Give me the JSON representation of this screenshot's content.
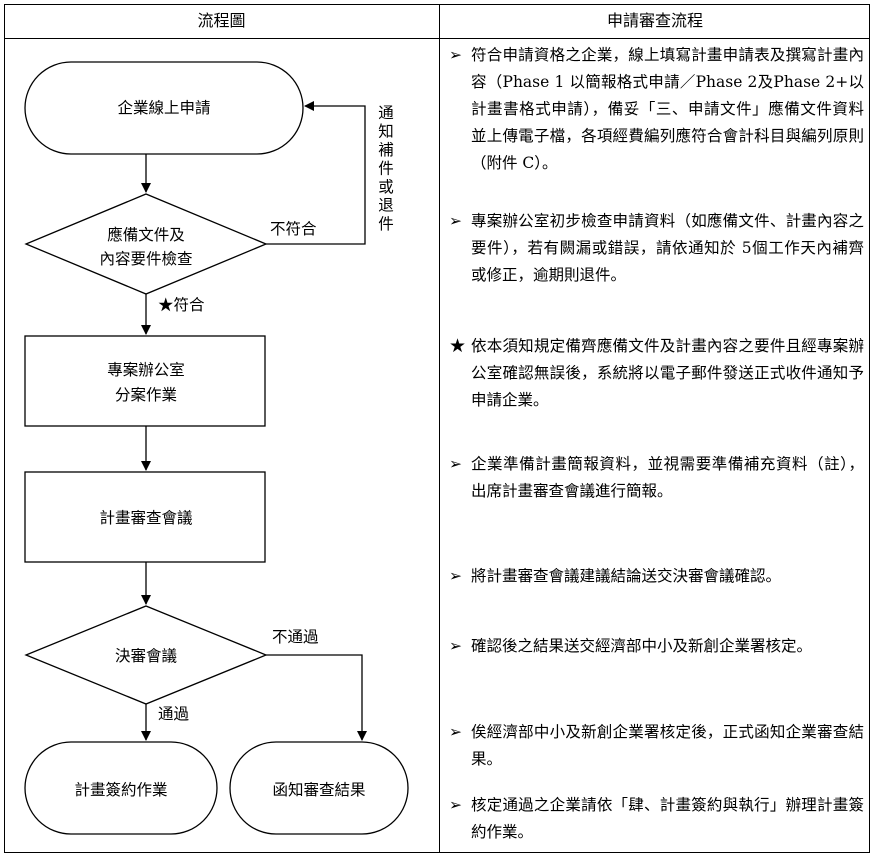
{
  "header": {
    "left": "流程圖",
    "right": "申請審查流程"
  },
  "flowchart": {
    "online_apply": "企業線上申請",
    "check_line1": "應備文件及",
    "check_line2": "內容要件檢查",
    "not_match": "不符合",
    "notify_chars": [
      "通",
      "知",
      "補",
      "件",
      "或",
      "退",
      "件"
    ],
    "match": "★符合",
    "office_line1": "專案辦公室",
    "office_line2": "分案作業",
    "review_meeting": "計畫審查會議",
    "decision": "決審會議",
    "not_pass": "不通過",
    "pass": "通過",
    "contract": "計畫簽約作業",
    "notice": "函知審查結果"
  },
  "steps": [
    {
      "bullet": "➢",
      "text": "符合申請資格之企業，線上填寫計畫申請表及撰寫計畫內容（Phase 1 以簡報格式申請／Phase 2及Phase 2+以計畫書格式申請），備妥「三、申請文件」應備文件資料並上傳電子檔，各項經費編列應符合會計科目與編列原則（附件 C）。"
    },
    {
      "bullet": "➢",
      "text": "專案辦公室初步檢查申請資料（如應備文件、計畫內容之要件），若有闕漏或錯誤，請依通知於 5個工作天內補齊或修正，逾期則退件。"
    },
    {
      "bullet": "★",
      "text": "依本須知規定備齊應備文件及計畫內容之要件且經專案辦公室確認無誤後，系統將以電子郵件發送正式收件通知予申請企業。"
    },
    {
      "bullet": "➢",
      "text": "企業準備計畫簡報資料，並視需要準備補充資料（註），出席計畫審查會議進行簡報。"
    },
    {
      "bullet": "➢",
      "text": "將計畫審查會議建議結論送交決審會議確認。"
    },
    {
      "bullet": "➢",
      "text": "確認後之結果送交經濟部中小及新創企業署核定。"
    },
    {
      "bullet": "➢",
      "text": "俟經濟部中小及新創企業署核定後，正式函知企業審查結果。"
    },
    {
      "bullet": "➢",
      "text": "核定通過之企業請依「肆、計畫簽約與執行」辦理計畫簽約作業。"
    }
  ]
}
